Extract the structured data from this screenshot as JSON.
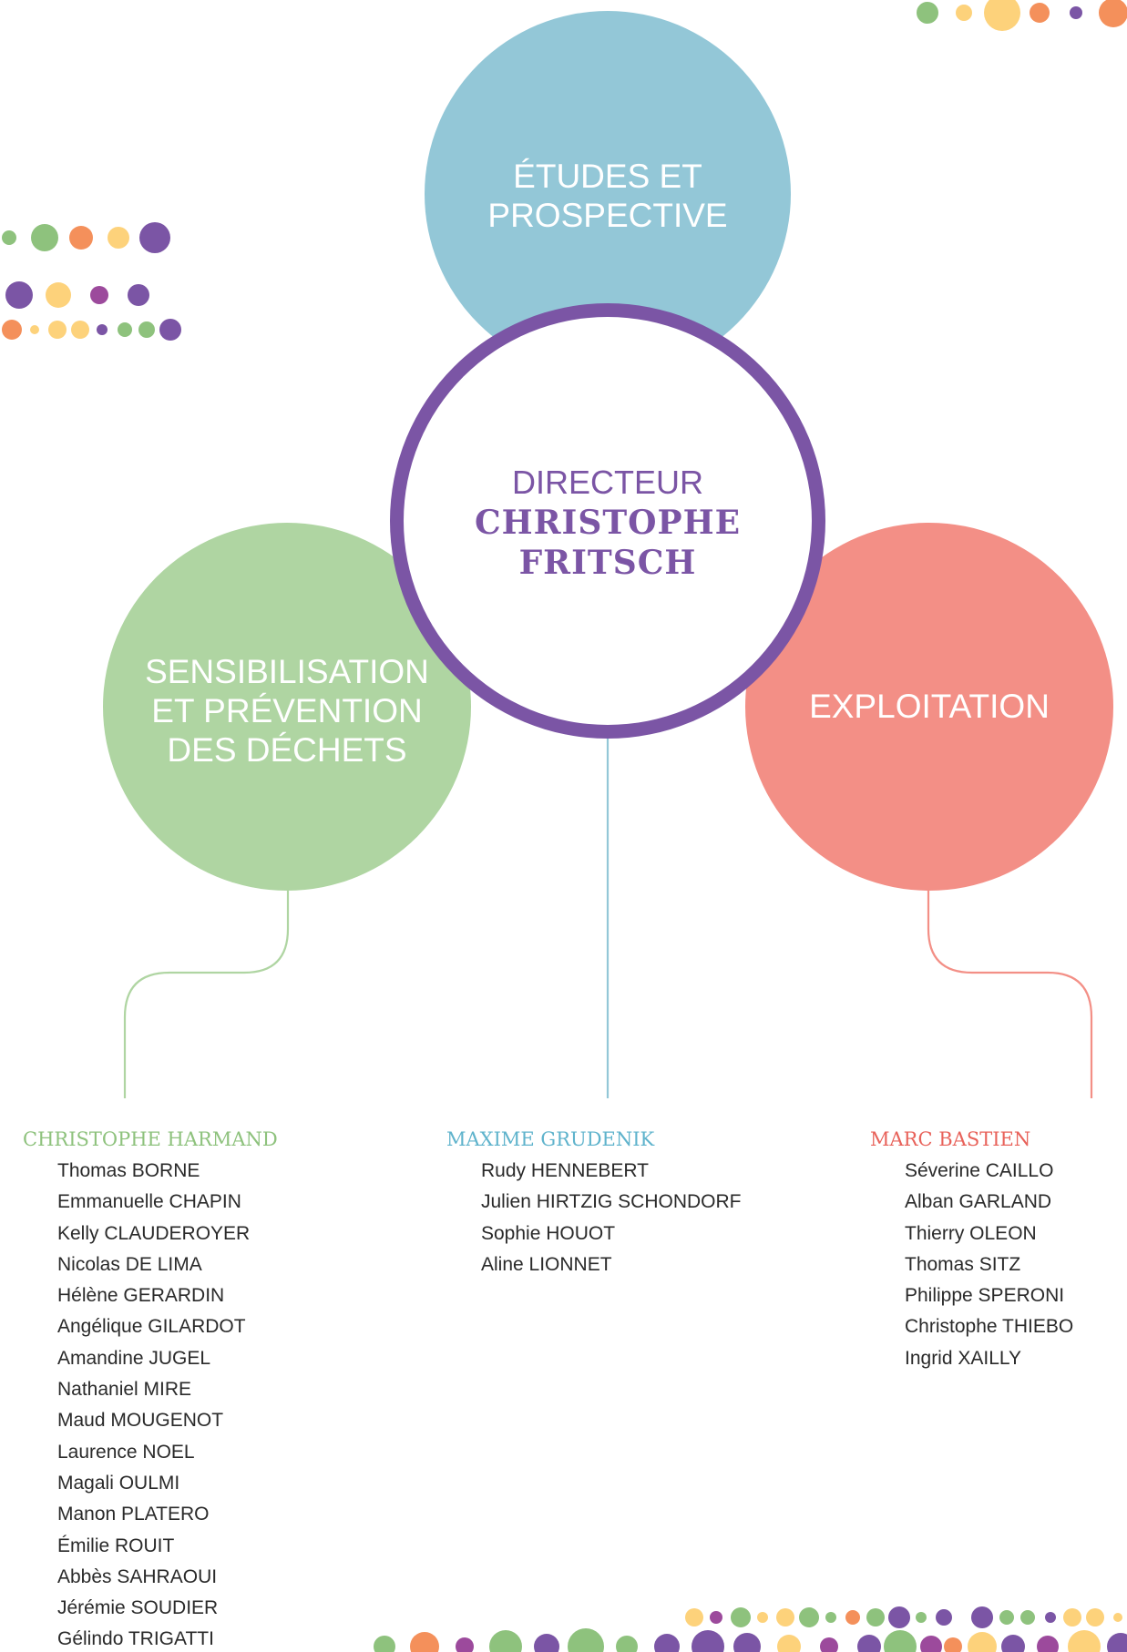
{
  "colors": {
    "purple": "#7b55a5",
    "blue": "#93c7d7",
    "green": "#afd5a2",
    "red": "#f38f86",
    "orange": "#f4905b",
    "yellow": "#fdd27b",
    "magenta": "#9c4a9c",
    "dot_green": "#8ec27d"
  },
  "director": {
    "role": "DIRECTEUR",
    "name_line1": "CHRISTOPHE",
    "name_line2": "FRITSCH"
  },
  "departments": {
    "studies": "ÉTUDES ET PROSPECTIVE",
    "awareness": "SENSIBILISATION ET PRÉVENTION DES DÉCHETS",
    "operations": "EXPLOITATION"
  },
  "teams": {
    "awareness": {
      "lead": "CHRISTOPHE HARMAND",
      "members": [
        "Thomas BORNE",
        "Emmanuelle CHAPIN",
        "Kelly CLAUDEROYER",
        "Nicolas DE LIMA",
        "Hélène GERARDIN",
        "Angélique GILARDOT",
        "Amandine JUGEL",
        "Nathaniel MIRE",
        "Maud MOUGENOT",
        "Laurence NOEL",
        "Magali OULMI",
        "Manon PLATERO",
        "Émilie ROUIT",
        "Abbès SAHRAOUI",
        "Jérémie SOUDIER",
        "Gélindo TRIGATTI"
      ]
    },
    "studies": {
      "lead": "MAXIME GRUDENIK",
      "members": [
        "Rudy HENNEBERT",
        "Julien HIRTZIG SCHONDORF",
        "Sophie HOUOT",
        "Aline LIONNET"
      ]
    },
    "operations": {
      "lead": "MARC BASTIEN",
      "members": [
        "Séverine CAILLO",
        "Alban GARLAND",
        "Thierry OLEON",
        "Thomas SITZ",
        "Philippe SPERONI",
        "Christophe THIEBO",
        "Ingrid XAILLY"
      ]
    }
  }
}
